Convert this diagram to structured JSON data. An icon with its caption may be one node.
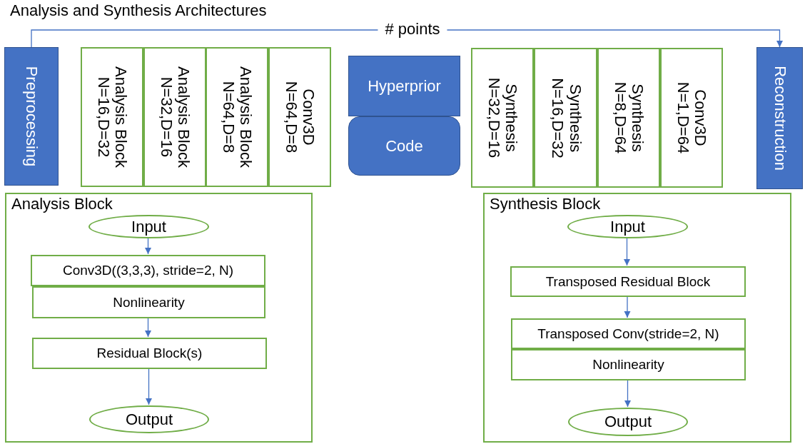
{
  "diagram": {
    "title": "Analysis and Synthesis Architectures",
    "nodes": [
      {
        "text": [
          "Preprocessing"
        ]
      },
      {
        "text": [
          "Analysis Block",
          "N=16,D=32"
        ]
      },
      {
        "text": [
          "Analysis Block",
          "N=32,D=16"
        ]
      },
      {
        "text": [
          "Analysis Block",
          "N=64,D=8"
        ]
      },
      {
        "text": [
          "Conv3D",
          "N=64,D=8"
        ]
      },
      {
        "text": [
          "Hyperprior"
        ]
      },
      {
        "text": [
          "Code"
        ]
      },
      {
        "text": [
          "Synthesis",
          "N=32,D=16"
        ]
      },
      {
        "text": [
          "Synthesis",
          "N=16,D=32"
        ]
      },
      {
        "text": [
          "Synthesis",
          "N=8,D=64"
        ]
      },
      {
        "text": [
          "Conv3D",
          "N=1,D=64"
        ]
      },
      {
        "text": [
          "Reconstruction"
        ]
      },
      {
        "text": [
          "Analysis Block"
        ]
      },
      {
        "text": [
          "Input"
        ],
        "in": 12
      },
      {
        "text": [
          "Conv3D((3,3,3), stride=2, N)"
        ],
        "in": 12
      },
      {
        "text": [
          "Nonlinearity"
        ],
        "in": 12
      },
      {
        "text": [
          "Residual Block(s)"
        ],
        "in": 12
      },
      {
        "text": [
          "Output"
        ],
        "in": 12
      },
      {
        "text": [
          "Synthesis Block"
        ]
      },
      {
        "text": [
          "Input"
        ],
        "in": 18
      },
      {
        "text": [
          "Transposed Residual Block"
        ],
        "in": 18
      },
      {
        "text": [
          "Transposed Conv(stride=2, N)"
        ],
        "in": 18
      },
      {
        "text": [
          "Nonlinearity"
        ],
        "in": 18
      },
      {
        "text": [
          "Output"
        ],
        "in": 18
      }
    ],
    "edges": [
      {
        "from": 0,
        "to": 11,
        "arrow": "to",
        "label": "# points"
      },
      {
        "from": 13,
        "to": 14,
        "arrow": "to"
      },
      {
        "from": 15,
        "to": 16,
        "arrow": "to"
      },
      {
        "from": 16,
        "to": 17,
        "arrow": "to"
      },
      {
        "from": 19,
        "to": 20,
        "arrow": "to"
      },
      {
        "from": 20,
        "to": 21,
        "arrow": "to"
      },
      {
        "from": 22,
        "to": 23,
        "arrow": "to"
      }
    ]
  }
}
